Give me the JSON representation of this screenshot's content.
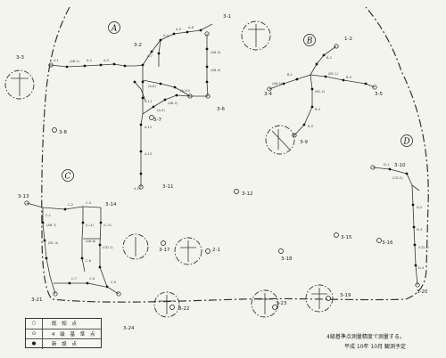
{
  "section_letters": [
    "A",
    "B",
    "C",
    "D"
  ],
  "points": {
    "p3_1": "3-1",
    "p3_2": "3-2",
    "p3_3": "3-3",
    "p3_4": "3-4",
    "p3_5": "3-5",
    "p3_6": "3-6",
    "p3_7": "3-7",
    "p3_8": "3-8",
    "p3_9": "3-9",
    "p3_10": "3-10",
    "p3_11": "3-11",
    "p3_12": "3-12",
    "p3_13": "3-13",
    "p3_14": "3-14",
    "p3_15": "3-15",
    "p3_16": "3-16",
    "p3_17": "3-17",
    "p3_18": "3-18",
    "p3_19": "3-19",
    "p3_20": "3-20",
    "p3_21": "3-21",
    "p3_22": "3-22",
    "p3_23": "3-23",
    "p3_24": "3-24",
    "p1_2": "1-2",
    "p2_1": "2-1"
  },
  "legend": {
    "row1": "既 知 点",
    "row2": "4 級 基 準 点",
    "row3": "新 設 点"
  },
  "note": {
    "line1": "4級基準点測量精度で測量する。",
    "line2": "平成 10年 10月 観測予定"
  }
}
